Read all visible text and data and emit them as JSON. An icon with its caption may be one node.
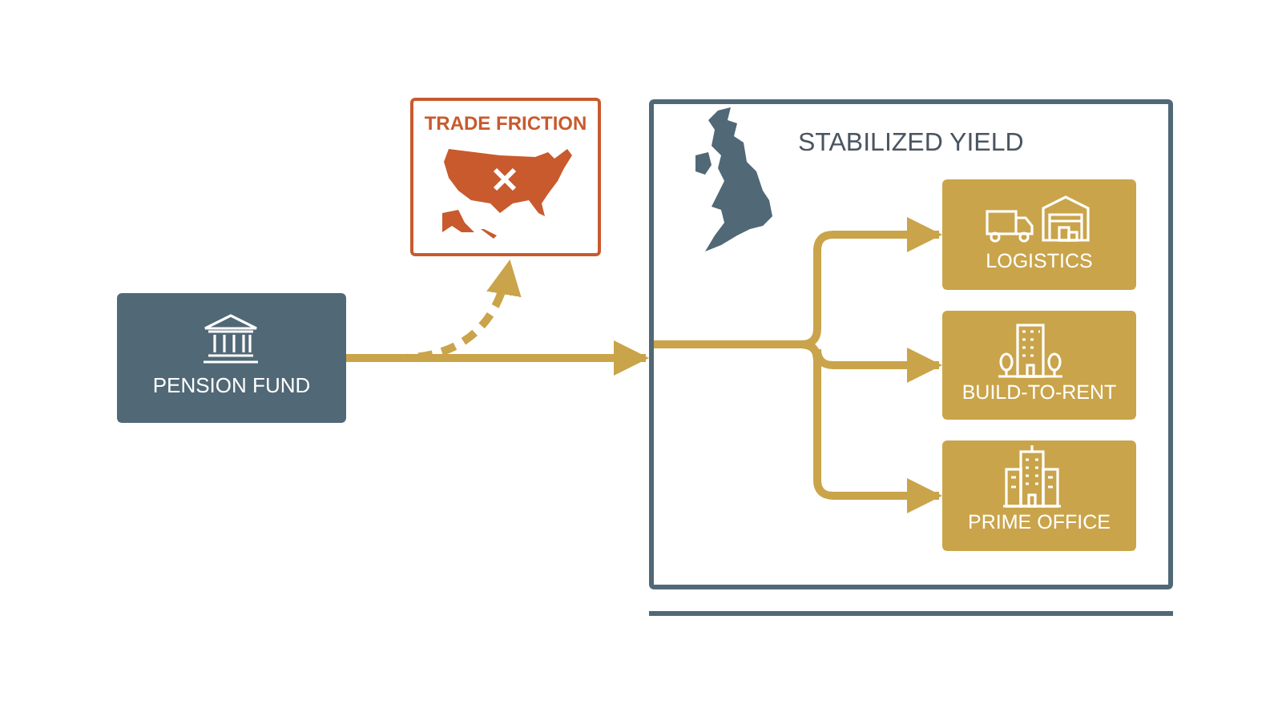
{
  "diagram": {
    "nodes": [
      {
        "text": [
          "PENSION FUND"
        ]
      },
      {
        "text": [
          "TRADE FRICTION"
        ]
      },
      {
        "text": [
          "STABILIZED YIELD"
        ]
      },
      {
        "text": [
          "LOGISTICS"
        ],
        "in": 2
      },
      {
        "text": [
          "BUILD-TO-RENT"
        ],
        "in": 2
      },
      {
        "text": [
          "PRIME OFFICE"
        ],
        "in": 2
      }
    ],
    "edges": [
      {
        "from": 0,
        "to": 2,
        "arrow": "to"
      },
      {
        "from": 0,
        "to": 1,
        "arrow": "to",
        "style": "dashed"
      },
      {
        "from": 2,
        "to": 3,
        "arrow": "to"
      },
      {
        "from": 2,
        "to": 4,
        "arrow": "to"
      },
      {
        "from": 2,
        "to": 5,
        "arrow": "to"
      }
    ]
  }
}
